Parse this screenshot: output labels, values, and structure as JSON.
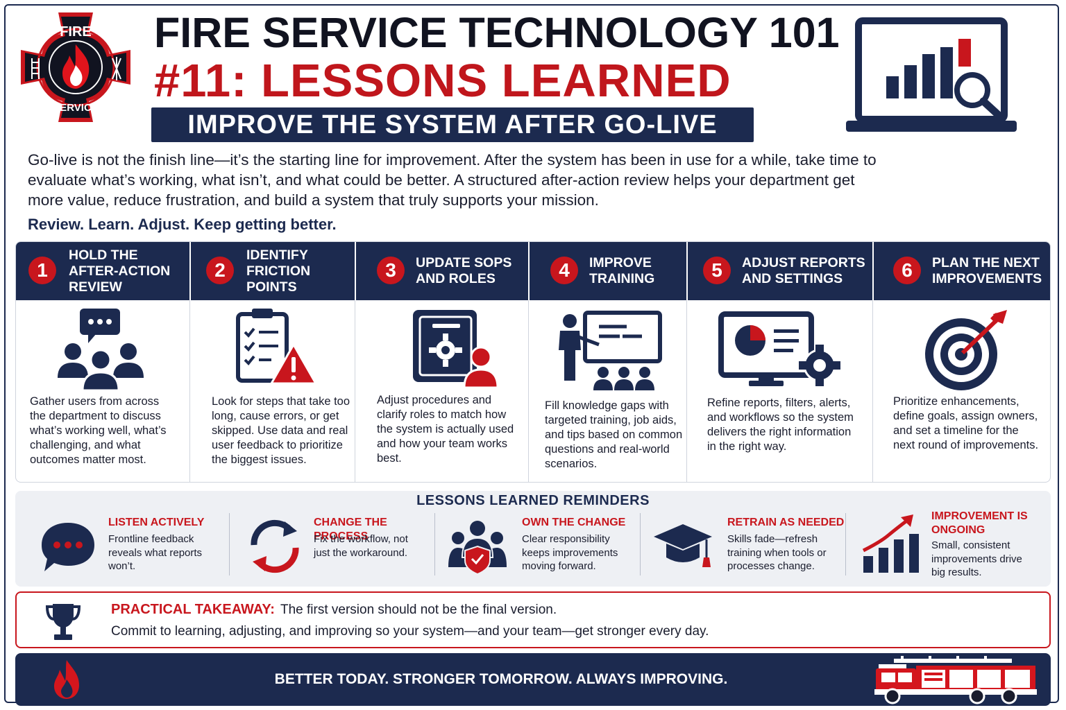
{
  "colors": {
    "navy": "#1c2a4f",
    "red": "#c8161d",
    "text": "#1a1d2e",
    "panel": "#eef0f4"
  },
  "logo": {
    "top_text": "FIRE",
    "bottom_text": "SERVICE",
    "icon": "maltese-cross-flame-icon"
  },
  "header": {
    "title": "FIRE SERVICE TECHNOLOGY 101",
    "subtitle": "#11: LESSONS LEARNED",
    "banner": "IMPROVE THE SYSTEM AFTER GO-LIVE",
    "side_icon": "laptop-chart-magnifier-icon"
  },
  "intro": {
    "paragraph": "Go-live is not the finish line—it’s the starting line for improvement. After the system has been in use for a while, take time to evaluate what’s working, what isn’t, and what could be better. A structured after-action review helps your department get more value, reduce frustration, and build a system that truly supports your mission.",
    "tagline": "Review. Learn. Adjust. Keep getting better."
  },
  "steps": [
    {
      "number": "1",
      "title": "HOLD THE AFTER-ACTION REVIEW",
      "icon": "meeting-group-speech-icon",
      "description": "Gather users from across the department to discuss what’s working well, what’s challenging, and what outcomes matter most."
    },
    {
      "number": "2",
      "title": "IDENTIFY FRICTION POINTS",
      "icon": "checklist-warning-icon",
      "description": "Look for steps that take too long, cause errors, or get skipped. Use data and real user feedback to prioritize the biggest issues."
    },
    {
      "number": "3",
      "title": "UPDATE SOPS AND ROLES",
      "icon": "manual-gear-person-icon",
      "description": "Adjust procedures and clarify roles to match how the system is actually used and how your team works best."
    },
    {
      "number": "4",
      "title": "IMPROVE TRAINING",
      "icon": "presenter-board-audience-icon",
      "description": "Fill knowledge gaps with targeted training, job aids, and tips based on common questions and real-world scenarios."
    },
    {
      "number": "5",
      "title": "ADJUST REPORTS AND SETTINGS",
      "icon": "monitor-pie-chart-gear-icon",
      "description": "Refine reports, filters, alerts, and workflows so the system delivers the right information in the right way."
    },
    {
      "number": "6",
      "title": "PLAN THE NEXT IMPROVEMENTS",
      "icon": "target-arrow-icon",
      "description": "Prioritize enhancements, define goals, assign owners, and set a timeline for the next round of improvements."
    }
  ],
  "reminders": {
    "title": "LESSONS LEARNED REMINDERS",
    "items": [
      {
        "heading": "LISTEN ACTIVELY",
        "text": "Frontline feedback reveals what reports won’t.",
        "icon": "speech-bubble-icon"
      },
      {
        "heading": "CHANGE THE PROCESS",
        "text": "Fix the workflow, not just the workaround.",
        "icon": "cycle-arrows-icon"
      },
      {
        "heading": "OWN THE CHANGE",
        "text": "Clear responsibility keeps improvements moving forward.",
        "icon": "team-shield-icon"
      },
      {
        "heading": "RETRAIN AS NEEDED",
        "text": "Skills fade—refresh training when tools or processes change.",
        "icon": "graduation-cap-icon"
      },
      {
        "heading": "IMPROVEMENT IS ONGOING",
        "text": "Small, consistent improvements drive big results.",
        "icon": "rising-bar-chart-icon"
      }
    ]
  },
  "takeaway": {
    "label": "PRACTICAL TAKEAWAY:",
    "line1": "The first version should not be the final version.",
    "line2": "Commit to learning, adjusting, and improving so your system—and your team—get stronger every day.",
    "icon": "trophy-icon"
  },
  "footer": {
    "text": "BETTER TODAY. STRONGER TOMORROW. ALWAYS IMPROVING.",
    "left_icon": "flame-icon",
    "right_icon": "fire-truck-icon"
  }
}
